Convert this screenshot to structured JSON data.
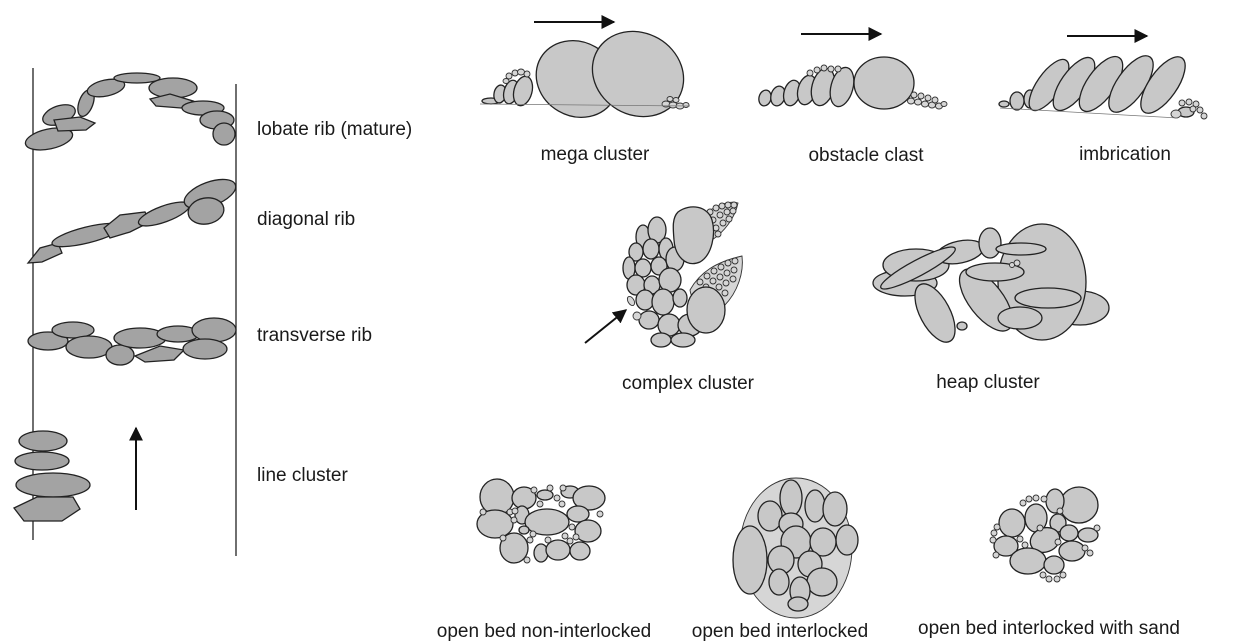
{
  "column": {
    "labels": {
      "lobate": "lobate rib (mature)",
      "diagonal": "diagonal rib",
      "transverse": "transverse rib",
      "line": "line cluster"
    }
  },
  "clusters": {
    "mega": "mega cluster",
    "obstacle": "obstacle clast",
    "imbrication": "imbrication",
    "complex": "complex cluster",
    "heap": "heap cluster"
  },
  "beds": {
    "non_interlocked": "open bed non-interlocked",
    "interlocked": "open bed interlocked",
    "interlocked_sand": "open bed interlocked with sand"
  },
  "colors": {
    "clast_fill": "#c8c8c8",
    "dark_clast_fill": "#a3a3a3",
    "outline": "#222222"
  }
}
